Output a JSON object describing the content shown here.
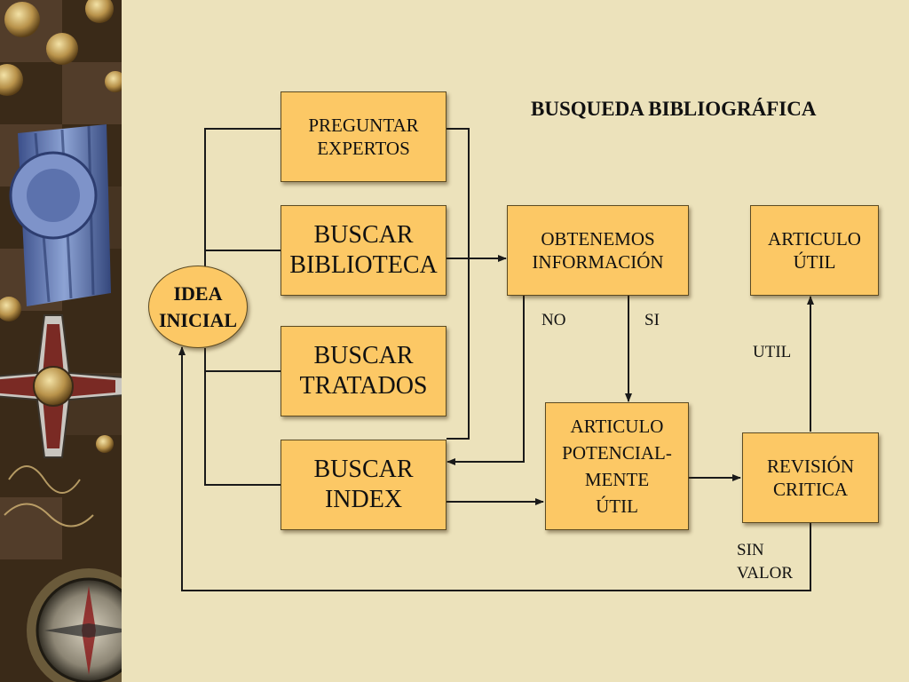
{
  "title": "BUSQUEDA BIBLIOGRÁFICA",
  "nodes": {
    "idea_inicial": [
      "IDEA",
      "INICIAL"
    ],
    "preguntar_expertos": [
      "PREGUNTAR",
      "EXPERTOS"
    ],
    "buscar_biblioteca": [
      "BUSCAR",
      "BIBLIOTECA"
    ],
    "buscar_tratados": [
      "BUSCAR",
      "TRATADOS"
    ],
    "buscar_index": [
      "BUSCAR",
      "INDEX"
    ],
    "obtenemos_informacion": [
      "OBTENEMOS",
      "INFORMACIÓN"
    ],
    "articulo_potencialmente_util": [
      "ARTICULO",
      "POTENCIAL-",
      "MENTE",
      "ÚTIL"
    ],
    "revision_critica": [
      "REVISIÓN",
      "CRITICA"
    ],
    "articulo_util": [
      "ARTICULO",
      "ÚTIL"
    ]
  },
  "edge_labels": {
    "no": "NO",
    "si": "SI",
    "util": "UTIL",
    "sin_valor": [
      "SIN",
      "VALOR"
    ]
  },
  "colors": {
    "box_fill": "#fcc865",
    "background": "#ece2bb",
    "line": "#1a1a1a"
  }
}
